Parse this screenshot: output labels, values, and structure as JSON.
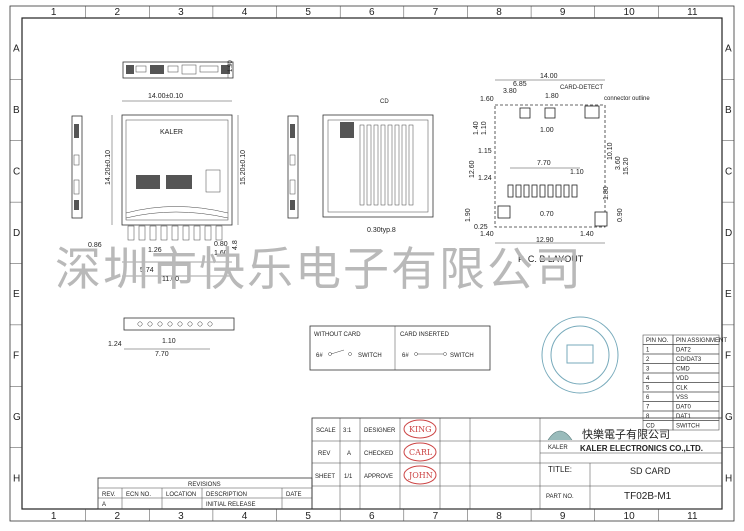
{
  "grid": {
    "columns": [
      "1",
      "2",
      "3",
      "4",
      "5",
      "6",
      "7",
      "8",
      "9",
      "10",
      "11"
    ],
    "rows": [
      "A",
      "B",
      "C",
      "D",
      "E",
      "F",
      "G",
      "H"
    ]
  },
  "dimensions": {
    "top_h": "1.90",
    "body_w": "14.00±0.10",
    "body_h": "14.20±0.10",
    "body_h2": "15.20±0.10",
    "d086": "0.86",
    "d126": "1.26",
    "d574": "5.74",
    "d1100": "11.00",
    "d080": "0.80",
    "d160": "1.60",
    "d48": "4.8",
    "d124": "1.24",
    "d110": "1.10",
    "d770": "7.70",
    "mid_pitch": "0.30typ.8",
    "mid_cd": "CD",
    "pcb_1400": "14.00",
    "pcb_685": "6.85",
    "pcb_380": "3.80",
    "pcb_180": "1.80",
    "pcb_160": "1.60",
    "card_detect": "CARD-DETECT",
    "connector_outline": "connector outline",
    "pcb_140": "1.40",
    "pcb_110": "1.10",
    "pcb_100": "1.00",
    "pcb_115": "1.15",
    "pcb_1260": "12.60",
    "pcb_1010": "10.10",
    "pcb_360": "3.60",
    "pcb_1520": "15.20",
    "pcb_770": "7.70",
    "pcb_110b": "1.10",
    "pcb_124": "1.24",
    "pcb_180b": "1.80",
    "pcb_190": "1.90",
    "pcb_025": "0.25",
    "pcb_070": "0.70",
    "pcb_090": "0.90",
    "pcb_140b": "1.40",
    "pcb_140c": "1.40",
    "pcb_1290": "12.90",
    "pcb_label": "P. C. B LAYOUT"
  },
  "watermark": "深圳市快乐电子有限公司",
  "switch_boxes": {
    "without": {
      "title": "WITHOUT CARD",
      "switch": "SWITCH",
      "sym": "6#"
    },
    "inserted": {
      "title": "CARD INSERTED",
      "switch": "SWITCH",
      "sym": "6#"
    }
  },
  "pin_table": {
    "headers": [
      "PIN NO.",
      "PIN ASSIGNMENT"
    ],
    "rows": [
      [
        "1",
        "DAT2"
      ],
      [
        "2",
        "CD/DAT3"
      ],
      [
        "3",
        "CMD"
      ],
      [
        "4",
        "VDD"
      ],
      [
        "5",
        "CLK"
      ],
      [
        "6",
        "VSS"
      ],
      [
        "7",
        "DAT0"
      ],
      [
        "8",
        "DAT1"
      ],
      [
        "CD",
        "SWITCH"
      ]
    ]
  },
  "title_block": {
    "scale_label": "SCALE",
    "scale_value": "3:1",
    "rev_label": "REV",
    "rev_value": "A",
    "sheet_label": "SHEET",
    "sheet_value": "1/1",
    "designer_label": "DESIGNER",
    "designer_stamp": "KING",
    "checked_label": "CHECKED",
    "checked_stamp": "CARL",
    "approve_label": "APPROVE",
    "approve_stamp": "JOHN",
    "company_cn": "快樂電子有限公司",
    "company_en": "KALER ELECTRONICS CO.,LTD.",
    "logo_text": "KALER",
    "title_label": "TITLE:",
    "title_value": "SD CARD",
    "part_label": "PART NO.",
    "part_value": "TF02B-M1"
  },
  "revisions": {
    "heading": "REVISIONS",
    "headers": [
      "REV.",
      "ECN NO.",
      "LOCATION",
      "DESCRIPTION",
      "DATE"
    ],
    "row": [
      "A",
      "",
      "",
      "INITIAL RELEASE",
      ""
    ]
  },
  "body_brand": "KALER",
  "colors": {
    "line": "#333333",
    "stamp": "#cc4444",
    "seal": "#77aabb",
    "watermark": "#b9b9b9"
  }
}
